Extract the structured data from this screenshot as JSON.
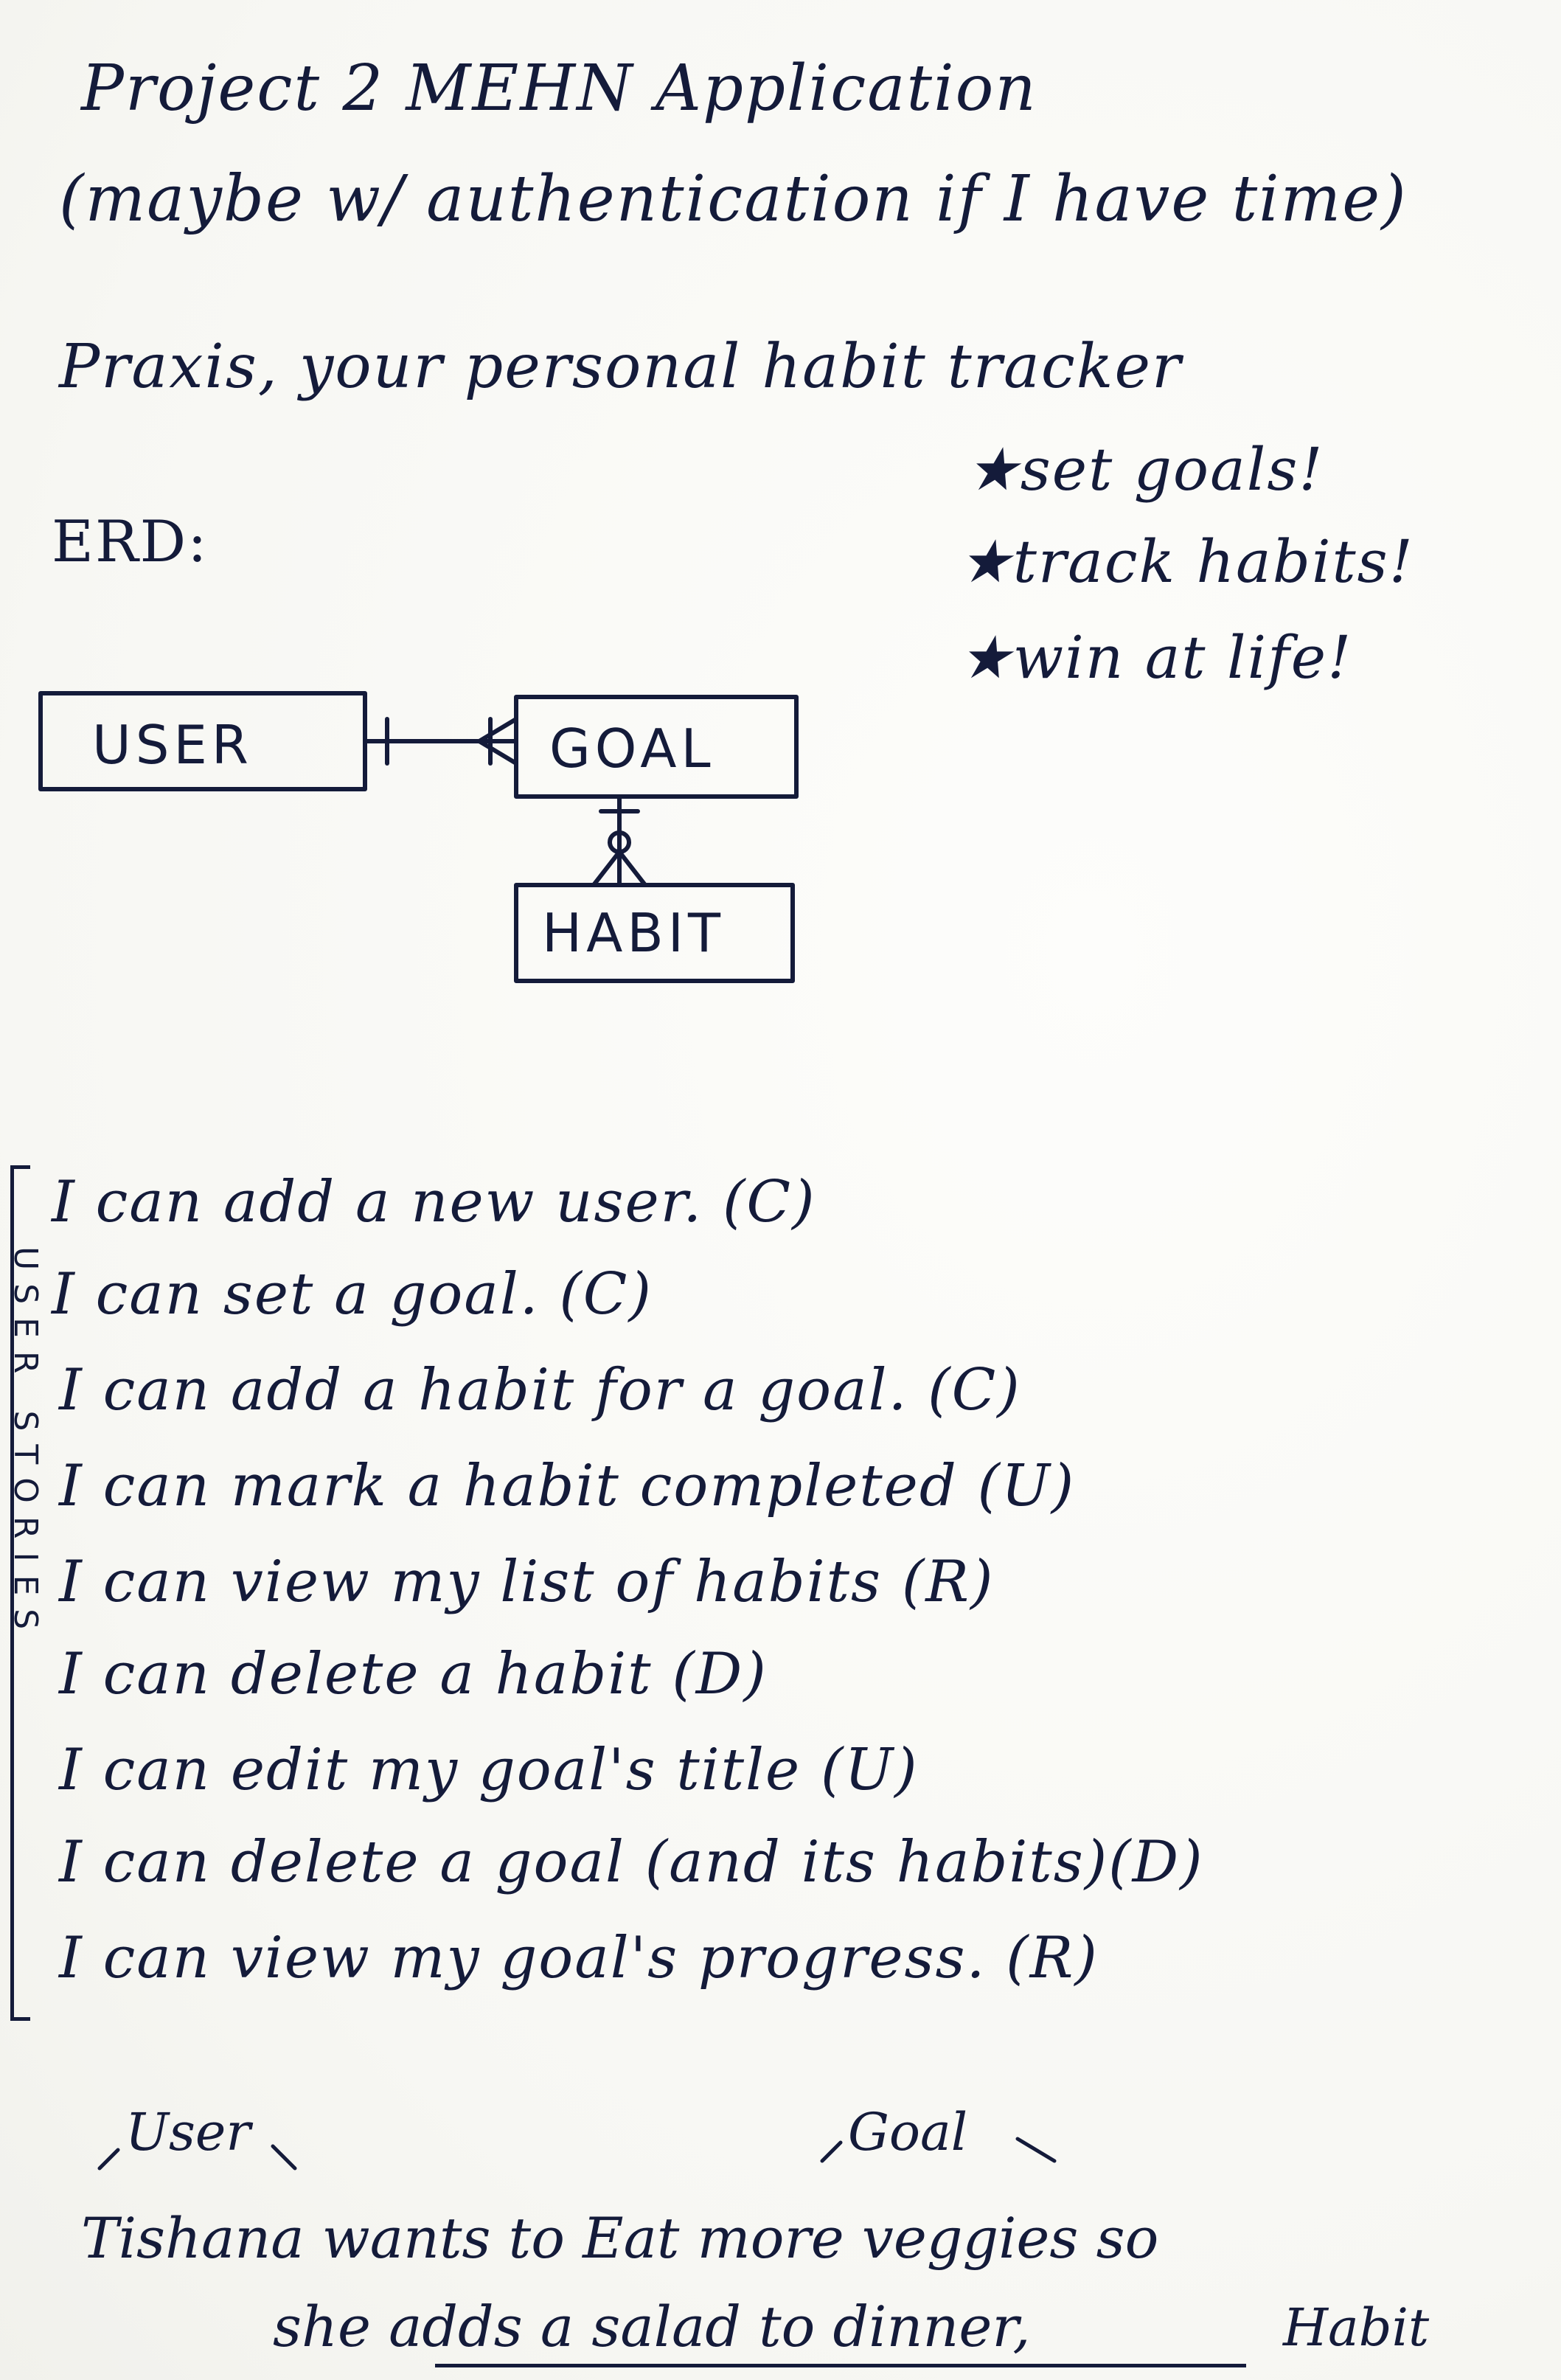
{
  "header": {
    "title_line_1": "Project 2 MEHN Application",
    "title_line_2": "(maybe w/ authentication if I have time)"
  },
  "tagline": {
    "line": "Praxis, your personal habit tracker",
    "bullets": [
      "★set goals!",
      "★track habits!",
      "★win at life!"
    ]
  },
  "erd": {
    "label": "ERD:",
    "entities": {
      "user": "USER",
      "goal": "GOAL",
      "habit": "HABIT"
    }
  },
  "user_stories": {
    "side_label": "USER STORIES",
    "items": [
      "I can add a new user. (C)",
      "I can set a goal. (C)",
      "I can add a habit for a goal. (C)",
      "I can mark a habit completed (U)",
      "I can view my list of habits (R)",
      "I can delete a habit (D)",
      "I can edit my goal's title (U)",
      "I can delete a goal (and its habits)(D)",
      "I can view my goal's progress. (R)"
    ]
  },
  "example": {
    "annotation_user": "User",
    "annotation_goal": "Goal",
    "annotation_habit": "Habit",
    "line_1": "Tishana wants to Eat more veggies so",
    "line_2": "she adds a salad to dinner,"
  }
}
